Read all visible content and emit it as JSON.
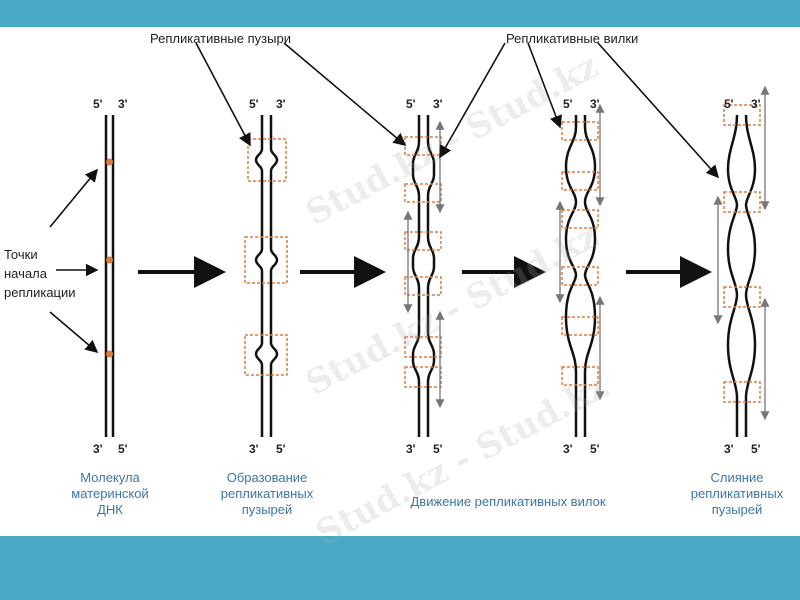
{
  "labels": {
    "bubbles_label": "Репликативные пузыри",
    "forks_label": "Репликативные вилки",
    "origins_label": [
      "Точки",
      "начала",
      "репликации"
    ],
    "strand_5": "5'",
    "strand_3": "3'"
  },
  "stages": [
    {
      "id": "parent",
      "caption": [
        "Молекула",
        "материнской",
        "ДНК"
      ]
    },
    {
      "id": "bubbles-form",
      "caption": [
        "Образование",
        "репликативных",
        "пузырей"
      ]
    },
    {
      "id": "forks-move",
      "caption": [
        "Движение репликативных вилок"
      ]
    },
    {
      "id": "forks-continue",
      "caption": []
    },
    {
      "id": "bubbles-merge",
      "caption": [
        "Слияние",
        "репликативных",
        "пузырей"
      ]
    }
  ],
  "watermark": "Stud.kz - Stud.kz",
  "colors": {
    "background": "#4aaac6",
    "panel": "#ffffff",
    "strand": "#111111",
    "box": "#e07a3a",
    "caption": "#3b76a8",
    "fork_arrow": "#777777"
  }
}
